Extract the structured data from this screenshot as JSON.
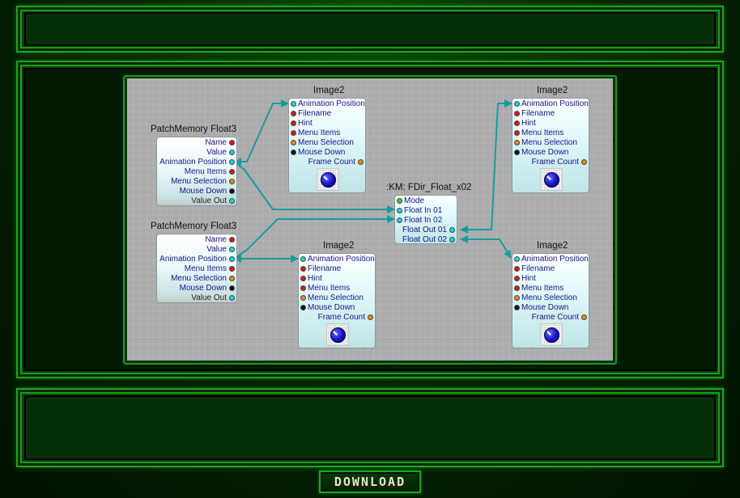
{
  "footer": {
    "download_label": "DOWNLOAD"
  },
  "nodes": {
    "image_top_left": {
      "title": "Image2",
      "ports": [
        "Animation Position",
        "Filename",
        "Hint",
        "Menu Items",
        "Menu Selection",
        "Mouse Down"
      ],
      "output": "Frame Count"
    },
    "image_top_right": {
      "title": "Image2",
      "ports": [
        "Animation Position",
        "Filename",
        "Hint",
        "Menu Items",
        "Menu Selection",
        "Mouse Down"
      ],
      "output": "Frame Count"
    },
    "image_bottom_mid": {
      "title": "Image2",
      "ports": [
        "Animation Position",
        "Filename",
        "Hint",
        "Menu Items",
        "Menu Selection",
        "Mouse Down"
      ],
      "output": "Frame Count"
    },
    "image_bottom_right": {
      "title": "Image2",
      "ports": [
        "Animation Position",
        "Filename",
        "Hint",
        "Menu Items",
        "Menu Selection",
        "Mouse Down"
      ],
      "output": "Frame Count"
    },
    "patch_top": {
      "title": "PatchMemory Float3",
      "ports": [
        "Name",
        "Value",
        "Animation Position",
        "Menu Items",
        "Menu Selection",
        "Mouse Down",
        "Value Out"
      ]
    },
    "patch_bottom": {
      "title": "PatchMemory Float3",
      "ports": [
        "Name",
        "Value",
        "Animation Position",
        "Menu Items",
        "Menu Selection",
        "Mouse Down",
        "Value Out"
      ]
    },
    "fdir": {
      "title": ":KM: FDir_Float_x02",
      "inputs": [
        "Mode",
        "Float In 01",
        "Float In 02"
      ],
      "outputs": [
        "Float Out 01",
        "Float Out 02"
      ]
    }
  },
  "colors": {
    "wire": "#1a9c9c",
    "port_cyan": "#19d8d8",
    "port_red": "#e01414",
    "port_orange": "#e88a1a",
    "port_black": "#111111",
    "port_green": "#2ad22a",
    "panel_border": "#1ea51e"
  }
}
